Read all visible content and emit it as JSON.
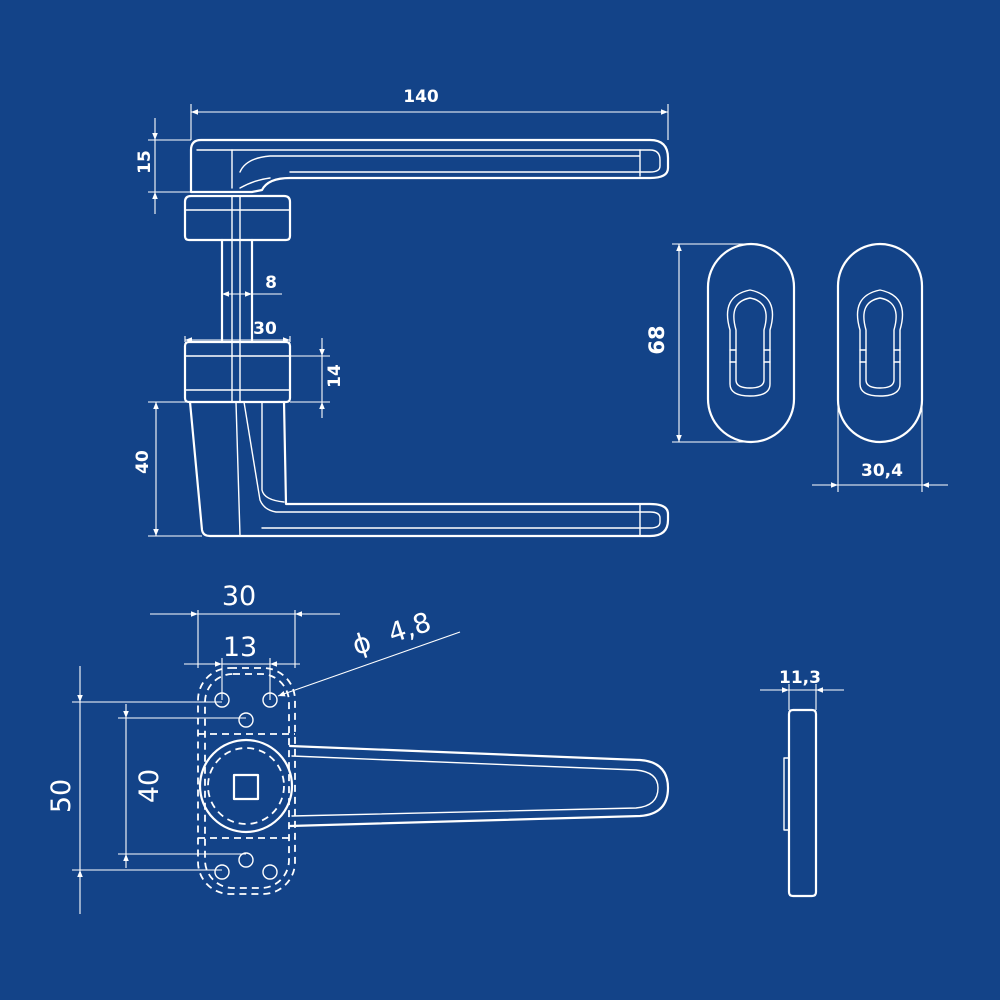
{
  "colors": {
    "background": "#134388",
    "line": "#ffffff"
  },
  "side_view": {
    "dim_length": "140",
    "dim_grip_height": "15",
    "dim_spindle": "8",
    "dim_rose_dia": "30",
    "dim_rose_height": "14",
    "dim_lower_height": "40"
  },
  "escutcheon_view": {
    "dim_height": "68",
    "dim_width": "30,4"
  },
  "top_view": {
    "dim_width": "30",
    "dim_hole_spacing": "13",
    "dim_hole_dia": "4,8",
    "dim_plate_height": "50",
    "dim_hole_pitch": "40",
    "diameter_symbol": "ϕ"
  },
  "edge_view": {
    "dim_thickness": "11,3"
  }
}
